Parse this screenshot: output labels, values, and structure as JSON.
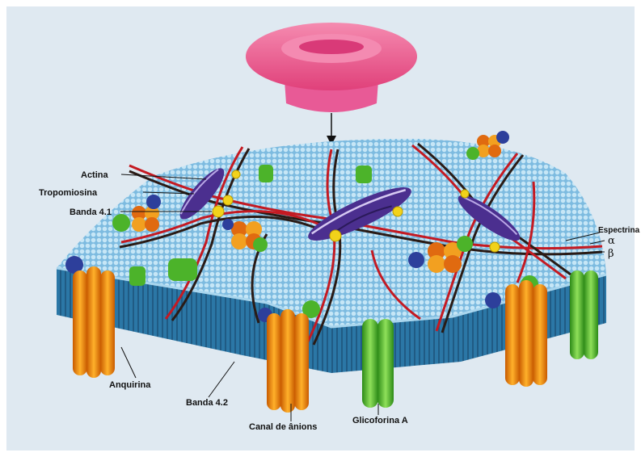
{
  "diagram": {
    "labels": {
      "actina": "Actina",
      "tropomiosina": "Tropomiosina",
      "banda41": "Banda 4.1",
      "espectrina": "Espectrina",
      "alpha": "α",
      "beta": "β",
      "anquirina": "Anquirina",
      "banda42": "Banda 4.2",
      "canal": "Canal de ânions",
      "glicoforina": "Glicoforina A"
    },
    "colors": {
      "background": "#dfe9f1",
      "membrane_top": "#8ec6e4",
      "membrane_side": "#2f7fae",
      "cell": "#ef5a8e",
      "spectrin_red": "#c41a22",
      "spectrin_dark": "#2a1b16",
      "actin": "#4b2f8f",
      "anion_channel": "#e88d12",
      "glycophorin": "#4cb32a",
      "band41": "#f2d21a",
      "ankyrin": "#2d3f9b"
    }
  }
}
